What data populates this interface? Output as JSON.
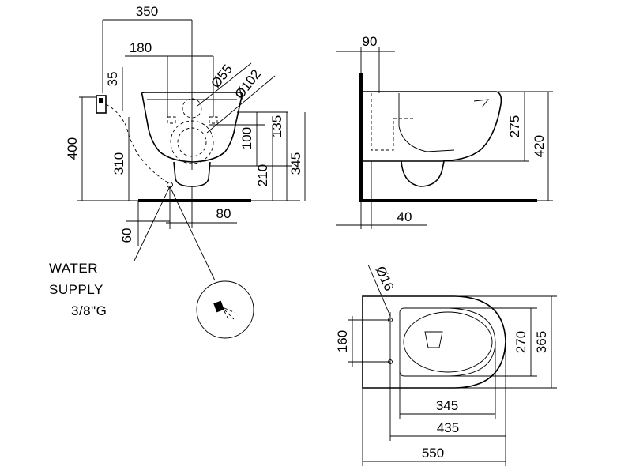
{
  "front_view": {
    "dims": {
      "overall_width": "350",
      "fixing_spacing": "180",
      "outlet_dia_small": "Ø55",
      "outlet_dia_large": "Ø102",
      "fixing_offset": "35",
      "upper_height": "135",
      "mid_height": "100",
      "outlet_from_floor": "210",
      "rim_height": "345",
      "inlet_height": "400",
      "outlet_height": "310",
      "supply_height": "60",
      "supply_offset": "80"
    },
    "note_lines": [
      "WATER",
      "SUPPLY",
      "3/8\"G"
    ]
  },
  "side_view": {
    "dims": {
      "top_depth": "90",
      "pan_height": "275",
      "overall_height": "420",
      "wall_gap": "40"
    }
  },
  "plan_view": {
    "dims": {
      "bolt_dia": "Ø16",
      "bolt_spacing": "160",
      "seat_width": "270",
      "overall_width": "365",
      "inner_length": "345",
      "mid_length": "435",
      "overall_length": "550"
    }
  }
}
